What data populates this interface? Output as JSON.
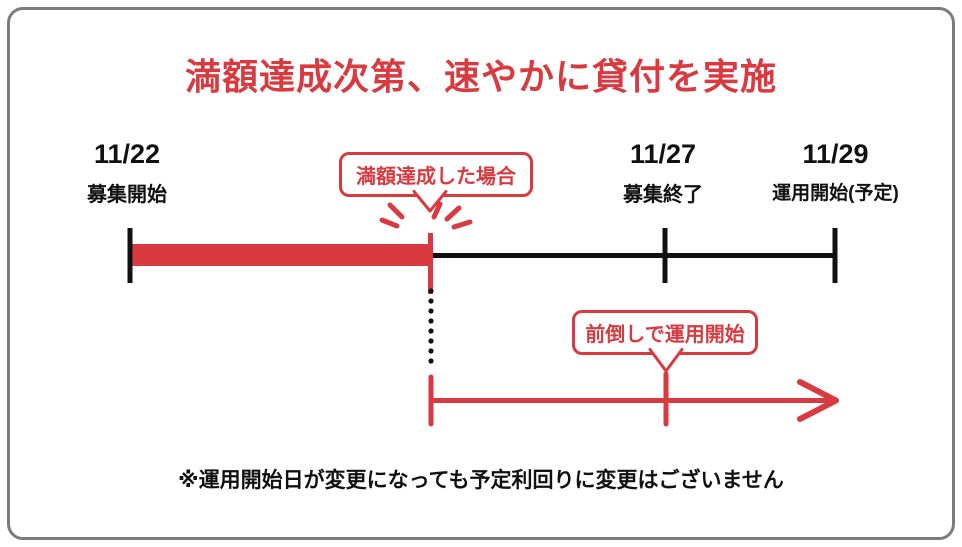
{
  "title": "満額達成次第、速やかに貸付を実施",
  "timeline": {
    "milestones": [
      {
        "date": "11/22",
        "label": "募集開始"
      },
      {
        "date": "11/27",
        "label": "募集終了"
      },
      {
        "date": "11/29",
        "label": "運用開始(予定)"
      }
    ]
  },
  "callouts": {
    "full_amount": "満額達成した場合",
    "early_start": "前倒しで運用開始"
  },
  "footnote": "※運用開始日が変更になっても予定利回りに変更はございません",
  "colors": {
    "accent_red": "#d93a3f",
    "line_black": "#111111",
    "frame_gray": "#7c7c7c"
  }
}
